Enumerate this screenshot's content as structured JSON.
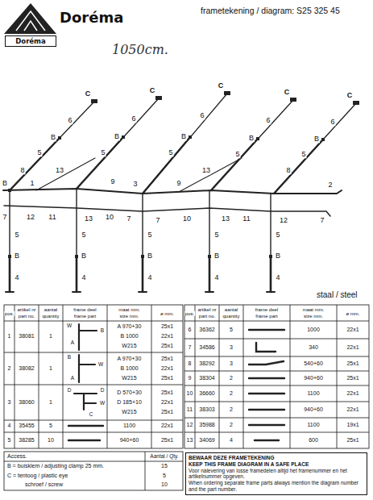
{
  "diagram": {
    "nodes": [
      {
        "text": [
          "Doréma"
        ]
      },
      {
        "text": [
          "BEWAAR DEZE FRAMETEKENING",
          "KEEP THIS FRAME DIAGRAM IN A SAFE PLACE",
          "Voor nalevering van losse framedelen altijd het framenummer en het artikelnummer opgeven.",
          "When ordering separate frame parts always mention the diagram number and the part number."
        ]
      }
    ],
    "labels": [
      "Doréma",
      "frametekening / diagram: S25 325 45",
      "1050cm.",
      "C",
      "C",
      "C",
      "C",
      "C",
      "6",
      "6",
      "6",
      "6",
      "6",
      "B",
      "B",
      "B",
      "B",
      "B",
      "5",
      "5",
      "5",
      "5",
      "5",
      "8",
      "13",
      "13",
      "8",
      "B",
      "1",
      "9",
      "3",
      "9",
      "2",
      "7",
      "12",
      "11",
      "13",
      "10",
      "7",
      "7",
      "10",
      "13",
      "11",
      "12",
      "7",
      "5",
      "B",
      "4",
      "5",
      "B",
      "4",
      "5",
      "B",
      "4",
      "5",
      "B",
      "4",
      "5",
      "B",
      "4",
      "staal / steel",
      "pos.",
      "artikel nr",
      "part no.",
      "aantal",
      "quantity",
      "frame deel",
      "frame part",
      "maat mm.",
      "size mm.",
      "ø mm.",
      "pos.",
      "artikel nr",
      "part no.",
      "aantal",
      "quantity",
      "frame deel",
      "frame part",
      "maat mm.",
      "size mm.",
      "ø mm.",
      "1",
      "38081",
      "1",
      "W",
      "B",
      "A",
      "A 970+30",
      "B 1000",
      "W215",
      "25x1",
      "22x1",
      "25x1",
      "2",
      "38082",
      "1",
      "B",
      "W",
      "A",
      "A 970+30",
      "B 1000",
      "W215",
      "25x1",
      "22x1",
      "25x1",
      "3",
      "38060",
      "1",
      "D",
      "D",
      "W",
      "C",
      "D 570+30",
      "D 185+10",
      "W215",
      "25x1",
      "22x1",
      "25x1",
      "4",
      "35455",
      "5",
      "1100",
      "22x1",
      "5",
      "38285",
      "10",
      "940+60",
      "25x1",
      "6",
      "36362",
      "5",
      "1000",
      "22x1",
      "7",
      "34586",
      "3",
      "340",
      "22x1",
      "8",
      "38292",
      "3",
      "540+60",
      "25x1",
      "9",
      "38304",
      "2",
      "940+60",
      "25x1",
      "10",
      "36660",
      "2",
      "1100",
      "22x1",
      "11",
      "38303",
      "2",
      "940+60",
      "22x1",
      "12",
      "35988",
      "2",
      "1100",
      "19x1",
      "13",
      "34069",
      "4",
      "600",
      "25x1",
      "Access.",
      "Aantal / Qty.",
      "B = buisklem / adjusting clamp 25 mm.",
      "15",
      "C = tentoog / plastic eye",
      "5",
      "schroef / screw",
      "10"
    ]
  }
}
